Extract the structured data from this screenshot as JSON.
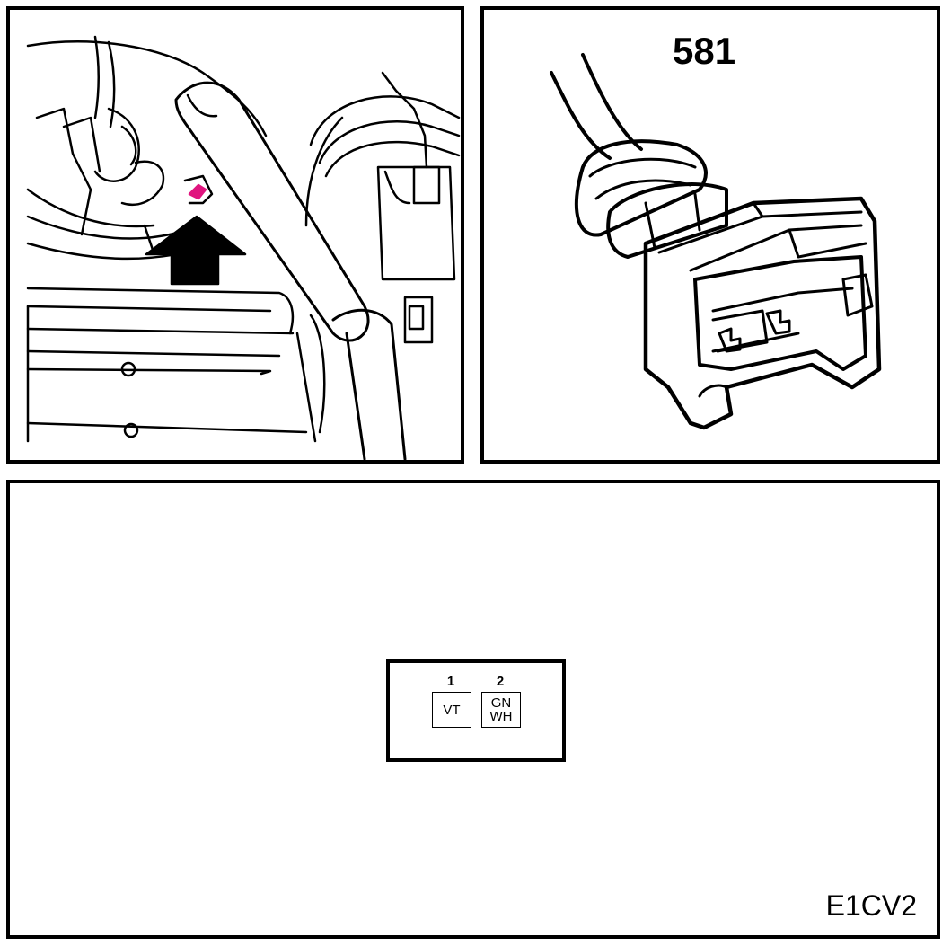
{
  "connector": {
    "number": "581"
  },
  "footer": {
    "code": "E1CV2"
  },
  "pinout": {
    "pins": [
      {
        "number": "1",
        "color_line1": "VT",
        "color_line2": ""
      },
      {
        "number": "2",
        "color_line1": "GN",
        "color_line2": "WH"
      }
    ]
  },
  "colors": {
    "highlight": "#e0157f",
    "line": "#000000",
    "background": "#ffffff"
  },
  "icons": {
    "arrow": "up-arrow-icon"
  }
}
